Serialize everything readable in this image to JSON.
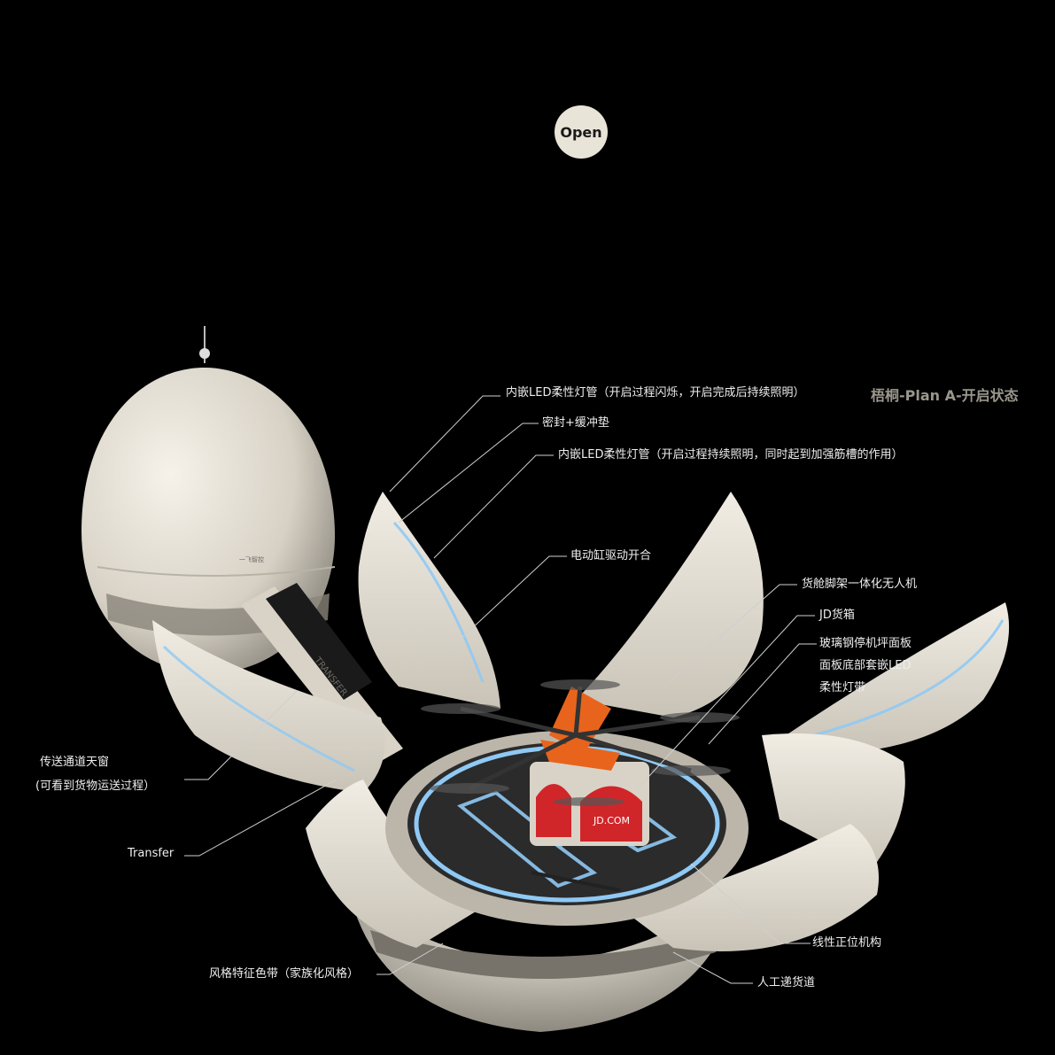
{
  "open_button": "Open",
  "title": "梧桐-Plan A-开启状态",
  "brand_logo_text": "一飞智控",
  "channel_text": "TRANSFER",
  "box_text": "JD.COM",
  "labels": {
    "led_tube_flash": "内嵌LED柔性灯管（开启过程闪烁，开启完成后持续照明）",
    "seal_cushion": "密封+缓冲垫",
    "led_tube_rib": "内嵌LED柔性灯管（开启过程持续照明，同时起到加强筋槽的作用）",
    "actuator": "电动缸驱动开合",
    "drone": "货舱脚架一体化无人机",
    "jd_box": "JD货箱",
    "landing_panel_1": "玻璃钢停机坪面板",
    "landing_panel_2": "面板底部套嵌LED",
    "landing_panel_3": "柔性灯带",
    "skylight_1": "传送通道天窗",
    "skylight_2": "(可看到货物运送过程）",
    "transfer": "Transfer",
    "positioning": "线性正位机构",
    "style_band": "风格特征色带（家族化风格）",
    "manual_lane": "人工递货道"
  },
  "colors": {
    "background": "#000000",
    "shell": "#e4ded2",
    "led": "#8fc9f4",
    "drone_orange": "#e8641c",
    "box_red": "#d0262a"
  }
}
